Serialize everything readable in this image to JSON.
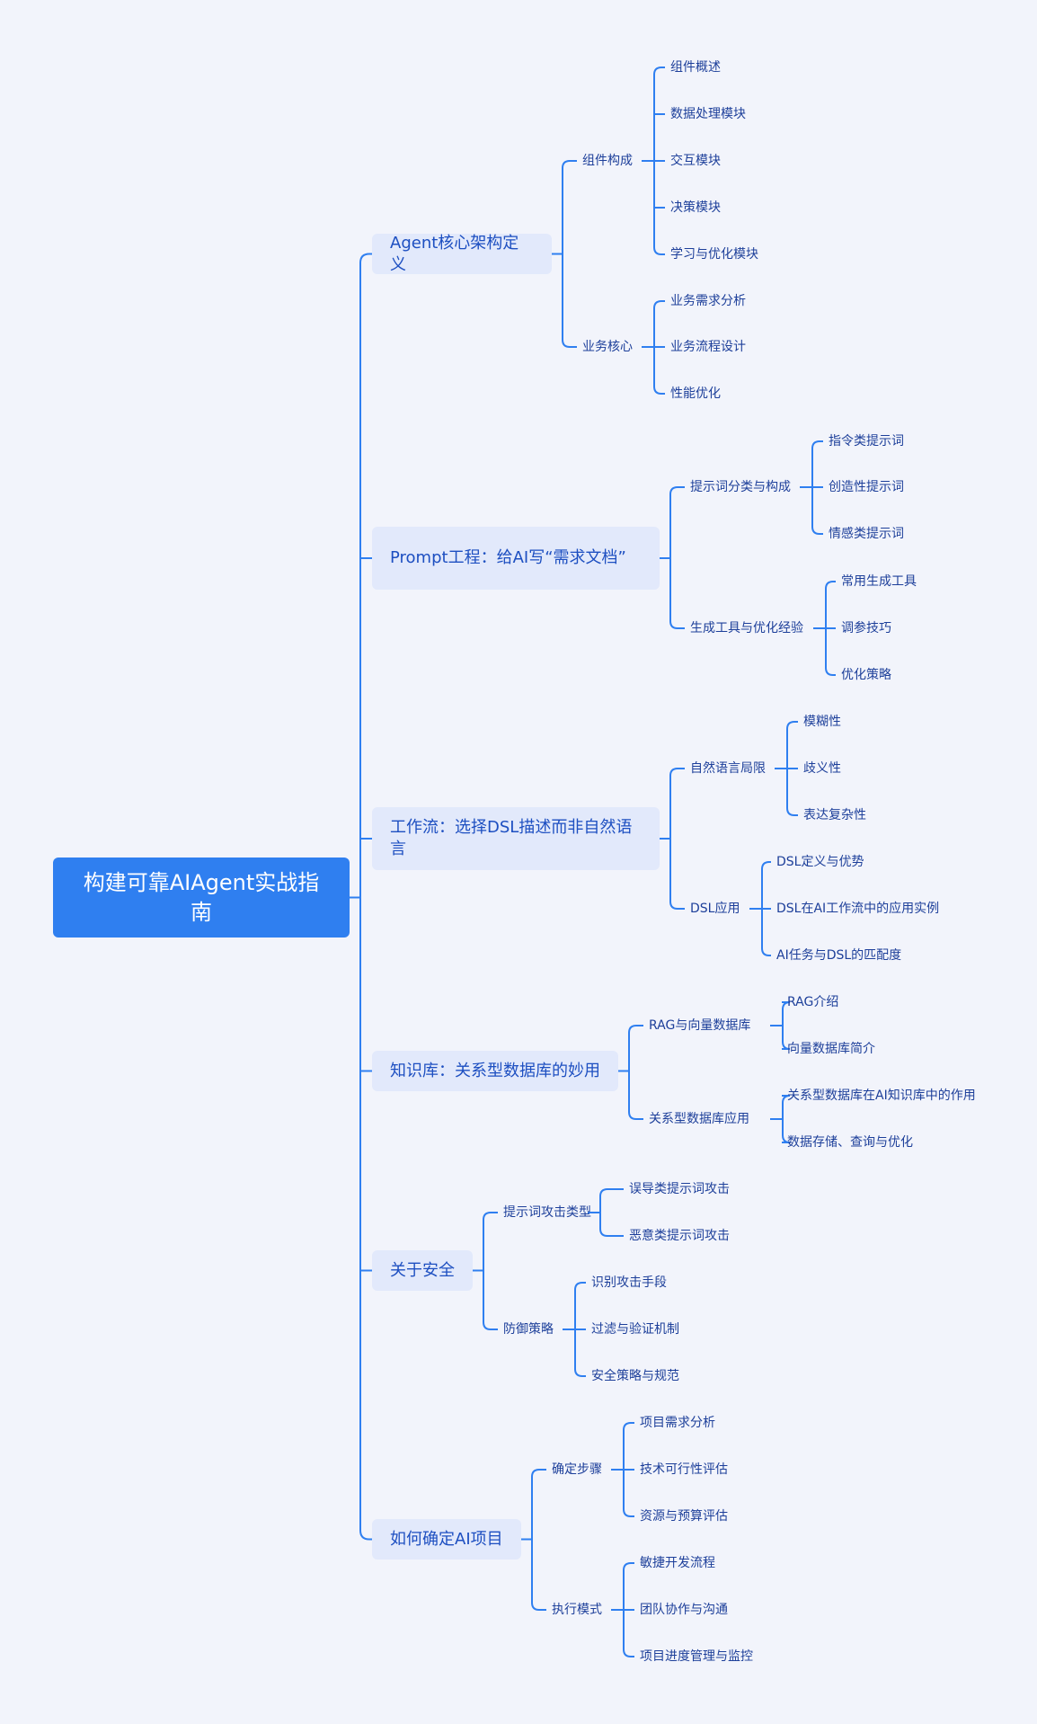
{
  "root": "构建可靠AIAgent实战指南",
  "branches": [
    {
      "label": "Agent核心架构定义",
      "children": [
        {
          "label": "组件构成",
          "children": [
            "组件概述",
            "数据处理模块",
            "交互模块",
            "决策模块",
            "学习与优化模块"
          ]
        },
        {
          "label": "业务核心",
          "children": [
            "业务需求分析",
            "业务流程设计",
            "性能优化"
          ]
        }
      ]
    },
    {
      "label": "Prompt工程：给AI写“需求文档”",
      "children": [
        {
          "label": "提示词分类与构成",
          "children": [
            "指令类提示词",
            "创造性提示词",
            "情感类提示词"
          ]
        },
        {
          "label": "生成工具与优化经验",
          "children": [
            "常用生成工具",
            "调参技巧",
            "优化策略"
          ]
        }
      ]
    },
    {
      "label": "工作流：选择DSL描述而非自然语言",
      "children": [
        {
          "label": "自然语言局限",
          "children": [
            "模糊性",
            "歧义性",
            "表达复杂性"
          ]
        },
        {
          "label": "DSL应用",
          "children": [
            "DSL定义与优势",
            "DSL在AI工作流中的应用实例",
            "AI任务与DSL的匹配度"
          ]
        }
      ]
    },
    {
      "label": "知识库：关系型数据库的妙用",
      "children": [
        {
          "label": "RAG与向量数据库",
          "children": [
            "RAG介绍",
            "向量数据库简介"
          ]
        },
        {
          "label": "关系型数据库应用",
          "children": [
            "关系型数据库在AI知识库中的作用",
            "数据存储、查询与优化"
          ]
        }
      ]
    },
    {
      "label": "关于安全",
      "children": [
        {
          "label": "提示词攻击类型",
          "children": [
            "误导类提示词攻击",
            "恶意类提示词攻击"
          ]
        },
        {
          "label": "防御策略",
          "children": [
            "识别攻击手段",
            "过滤与验证机制",
            "安全策略与规范"
          ]
        }
      ]
    },
    {
      "label": "如何确定AI项目",
      "children": [
        {
          "label": "确定步骤",
          "children": [
            "项目需求分析",
            "技术可行性评估",
            "资源与预算评估"
          ]
        },
        {
          "label": "执行模式",
          "children": [
            "敏捷开发流程",
            "团队协作与沟通",
            "项目进度管理与监控"
          ]
        }
      ]
    }
  ],
  "colors": {
    "line": "#2f7ff0",
    "root_bg": "#2f7ff0",
    "branch_bg": "#e2e9fb",
    "branch_text": "#1d4fc1",
    "leaf_text": "#1d3f9a",
    "page_bg": "#f2f4fb"
  }
}
